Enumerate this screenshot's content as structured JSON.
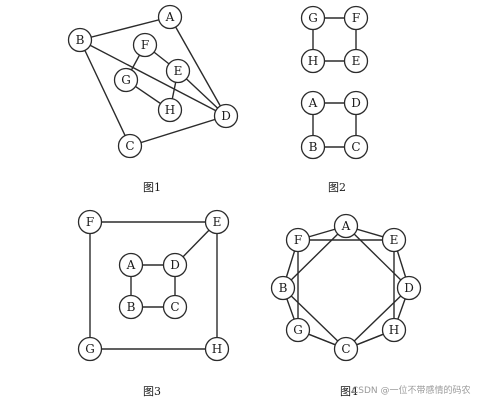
{
  "figures": [
    {
      "id": "fig1",
      "caption": "图1",
      "nodes": [
        "A",
        "B",
        "C",
        "D",
        "E",
        "F",
        "G",
        "H"
      ],
      "edges": [
        [
          "B",
          "A"
        ],
        [
          "A",
          "D"
        ],
        [
          "D",
          "C"
        ],
        [
          "C",
          "B"
        ],
        [
          "B",
          "D"
        ],
        [
          "F",
          "E"
        ],
        [
          "F",
          "G"
        ],
        [
          "G",
          "H"
        ],
        [
          "H",
          "E"
        ],
        [
          "E",
          "D"
        ]
      ]
    },
    {
      "id": "fig2",
      "caption": "图2",
      "nodes": [
        "G",
        "F",
        "H",
        "E",
        "A",
        "D",
        "B",
        "C"
      ],
      "edges": [
        [
          "G",
          "F"
        ],
        [
          "G",
          "H"
        ],
        [
          "F",
          "E"
        ],
        [
          "H",
          "E"
        ],
        [
          "A",
          "D"
        ],
        [
          "A",
          "B"
        ],
        [
          "D",
          "C"
        ],
        [
          "B",
          "C"
        ]
      ]
    },
    {
      "id": "fig3",
      "caption": "图3",
      "nodes": [
        "F",
        "E",
        "A",
        "D",
        "B",
        "C",
        "G",
        "H"
      ],
      "edges": [
        [
          "F",
          "E"
        ],
        [
          "F",
          "G"
        ],
        [
          "E",
          "H"
        ],
        [
          "G",
          "H"
        ],
        [
          "E",
          "D"
        ],
        [
          "A",
          "D"
        ],
        [
          "A",
          "B"
        ],
        [
          "D",
          "C"
        ],
        [
          "B",
          "C"
        ]
      ]
    },
    {
      "id": "fig4",
      "caption": "图4",
      "nodes": [
        "A",
        "F",
        "E",
        "B",
        "D",
        "G",
        "H",
        "C"
      ],
      "edges": [
        [
          "F",
          "E"
        ],
        [
          "E",
          "D"
        ],
        [
          "D",
          "H"
        ],
        [
          "H",
          "C"
        ],
        [
          "C",
          "G"
        ],
        [
          "G",
          "B"
        ],
        [
          "B",
          "F"
        ],
        [
          "A",
          "F"
        ],
        [
          "A",
          "E"
        ],
        [
          "F",
          "G"
        ],
        [
          "G",
          "C"
        ],
        [
          "C",
          "H"
        ],
        [
          "H",
          "E"
        ],
        [
          "A",
          "B"
        ],
        [
          "A",
          "D"
        ],
        [
          "B",
          "C"
        ],
        [
          "D",
          "C"
        ]
      ]
    }
  ],
  "watermark": "CSDN @一位不带感情的码农"
}
